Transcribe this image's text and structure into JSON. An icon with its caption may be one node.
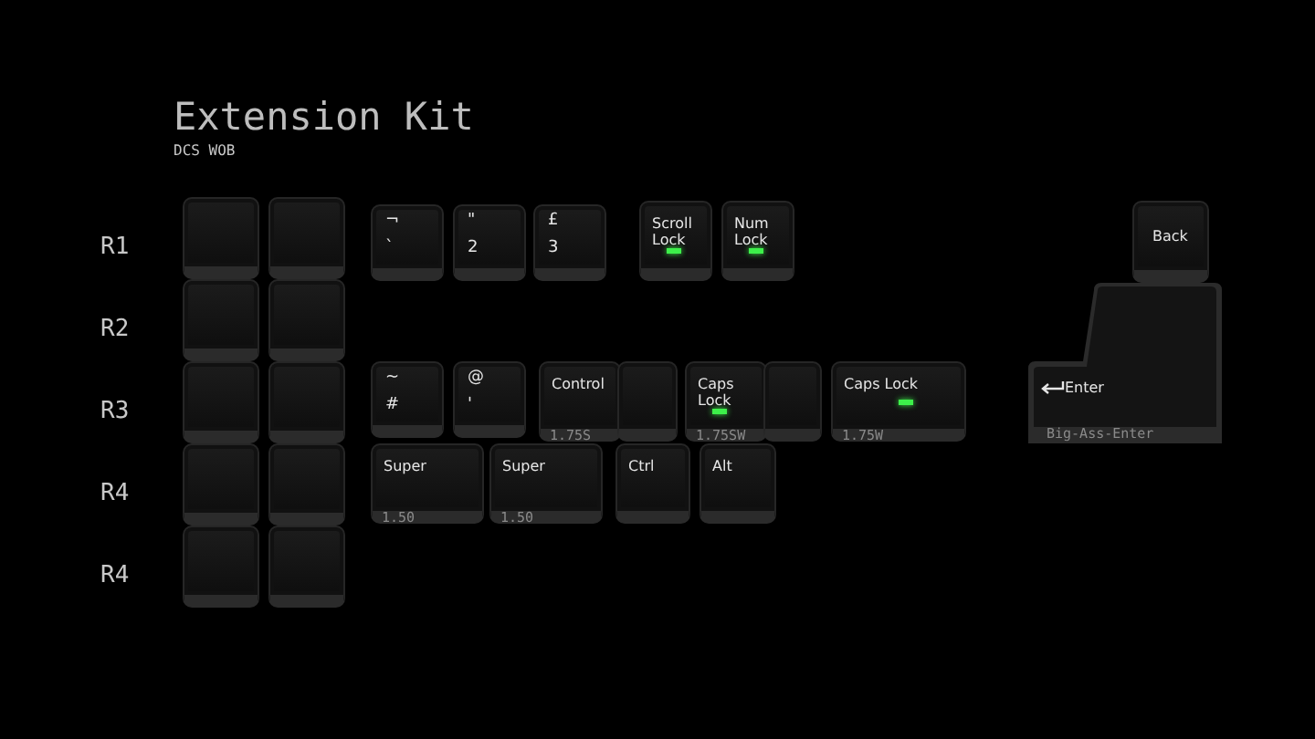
{
  "diagram": {
    "title": "Extension Kit",
    "nodes": [
      {
        "text": [],
        "shape": "box"
      },
      {
        "text": [],
        "shape": "box"
      },
      {
        "text": [
          "¬",
          "`"
        ]
      },
      {
        "text": [
          "\"",
          "2"
        ]
      },
      {
        "text": [
          "£",
          "3"
        ]
      },
      {
        "text": [
          "Scroll Lock"
        ]
      },
      {
        "text": [
          "Num Lock"
        ]
      },
      {
        "text": [
          "Back"
        ]
      },
      {
        "text": [],
        "shape": "box"
      },
      {
        "text": [],
        "shape": "box"
      },
      {
        "text": [
          "Enter",
          "Big-Ass-Enter"
        ]
      },
      {
        "text": [],
        "shape": "box"
      },
      {
        "text": [],
        "shape": "box"
      },
      {
        "text": [
          "~",
          "#"
        ]
      },
      {
        "text": [
          "@",
          "'"
        ]
      },
      {
        "text": [
          "Control",
          "1.75S"
        ]
      },
      {
        "text": [],
        "shape": "box"
      },
      {
        "text": [
          "Caps Lock",
          "1.75SW"
        ]
      },
      {
        "text": [],
        "shape": "box"
      },
      {
        "text": [
          "Caps Lock",
          "1.75W"
        ]
      },
      {
        "text": [],
        "shape": "box"
      },
      {
        "text": [],
        "shape": "box"
      },
      {
        "text": [
          "Super",
          "1.50"
        ]
      },
      {
        "text": [
          "Super",
          "1.50"
        ]
      },
      {
        "text": [
          "Ctrl"
        ]
      },
      {
        "text": [
          "Alt"
        ]
      },
      {
        "text": [],
        "shape": "box"
      },
      {
        "text": [],
        "shape": "box"
      }
    ],
    "labels": [
      "DCS WOB",
      "R1",
      "R2",
      "R3",
      "R4",
      "R4"
    ]
  }
}
